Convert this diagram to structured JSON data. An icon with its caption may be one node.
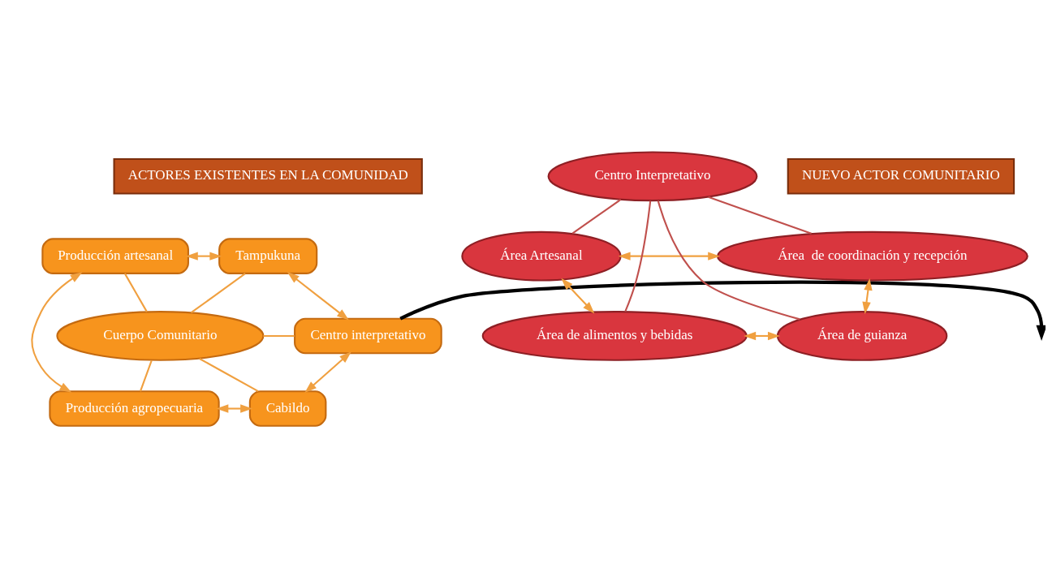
{
  "diagram": {
    "nodes": [
      {
        "text": [
          "ACTORES EXISTENTES EN LA COMUNIDAD"
        ]
      },
      {
        "text": [
          "NUEVO ACTOR COMUNITARIO"
        ]
      },
      {
        "text": [
          "Producción artesanal"
        ]
      },
      {
        "text": [
          "Tampukuna"
        ]
      },
      {
        "text": [
          "Cuerpo Comunitario"
        ]
      },
      {
        "text": [
          "Centro interpretativo"
        ]
      },
      {
        "text": [
          "Producción agropecuaria"
        ]
      },
      {
        "text": [
          "Cabildo"
        ]
      },
      {
        "text": [
          "Área  de coordinación y recepción"
        ]
      },
      {
        "text": [
          "Área Artesanal"
        ]
      },
      {
        "text": [
          "Centro Interpretativo"
        ]
      },
      {
        "text": [
          "Área de guianza"
        ]
      },
      {
        "text": [
          "Área de alimentos y bebidas"
        ]
      }
    ],
    "edges": [
      {
        "from": 2,
        "to": 3,
        "arrow": "both"
      },
      {
        "from": 4,
        "to": 2,
        "arrow": "none"
      },
      {
        "from": 4,
        "to": 3,
        "arrow": "none"
      },
      {
        "from": 3,
        "to": 5,
        "arrow": "both"
      },
      {
        "from": 2,
        "to": 6,
        "arrow": "both"
      },
      {
        "from": 4,
        "to": 5,
        "arrow": "none"
      },
      {
        "from": 4,
        "to": 6,
        "arrow": "none"
      },
      {
        "from": 4,
        "to": 7,
        "arrow": "none"
      },
      {
        "from": 6,
        "to": 7,
        "arrow": "both"
      },
      {
        "from": 7,
        "to": 5,
        "arrow": "both"
      },
      {
        "from": 5,
        "to": null,
        "arrow": "to",
        "style": "thick",
        "color": "#000000"
      },
      {
        "from": 8,
        "to": 9,
        "arrow": "both"
      },
      {
        "from": 10,
        "to": 8,
        "arrow": "none",
        "color": "#c0504d"
      },
      {
        "from": 10,
        "to": 9,
        "arrow": "none",
        "color": "#c0504d"
      },
      {
        "from": 8,
        "to": 11,
        "arrow": "both"
      },
      {
        "from": 9,
        "to": 12,
        "arrow": "both"
      },
      {
        "from": 10,
        "to": 11,
        "arrow": "none",
        "color": "#c0504d"
      },
      {
        "from": 10,
        "to": 12,
        "arrow": "none",
        "color": "#c0504d"
      },
      {
        "from": 12,
        "to": 11,
        "arrow": "both"
      }
    ]
  }
}
